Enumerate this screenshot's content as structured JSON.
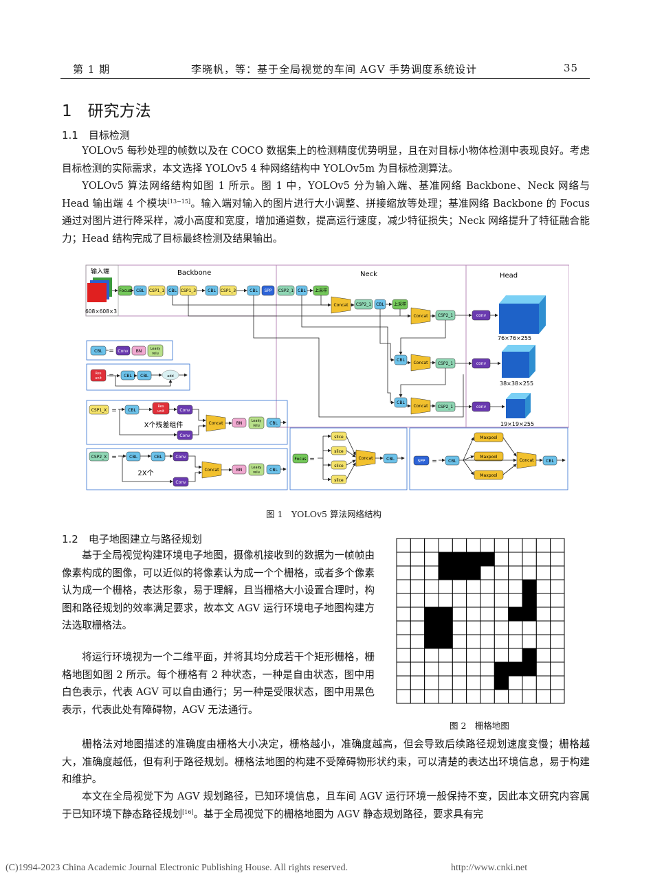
{
  "header": {
    "issue": "第 1 期",
    "running_title": "李晓帆，等：基于全局视觉的车间 AGV 手势调度系统设计",
    "page_number": "35"
  },
  "section1": {
    "title": "1　研究方法"
  },
  "section1_1": {
    "title": "1.1　目标检测",
    "p1": "YOLOv5 每秒处理的帧数以及在 COCO 数据集上的检测精度优势明显，且在对目标小物体检测中表现良好。考虑目标检测的实际需求，本文选择 YOLOv5 4 种网络结构中 YOLOv5m 为目标检测算法。",
    "p2a": "YOLOv5 算法网络结构如图 1 所示。图 1 中，YOLOv5 分为输入端、基准网络 Backbone、Neck 网络与 Head 输出端 4 个模块",
    "p2cite": "[13−15]",
    "p2b": "。输入端对输入的图片进行大小调整、拼接缩放等处理；基准网络 Backbone 的 Focus 通过对图片进行降采样，减小高度和宽度，增加通道数，提高运行速度，减少特征损失；Neck 网络提升了特征融合能力；Head 结构完成了目标最终检测及结果输出。"
  },
  "figure1": {
    "caption": "图 1　YOLOv5 算法网络结构",
    "labels": {
      "input": "输入端",
      "input_size": "608×608×3",
      "backbone": "Backbone",
      "neck": "Neck",
      "head": "Head",
      "focus": "Focus",
      "cbl": "CBL",
      "csp1_1": "CSP1_1",
      "csp1_3": "CSP1_3",
      "spp": "SPP",
      "csp2_1": "CSP2_1",
      "upsample": "上采样",
      "concat": "Concat",
      "conv": "conv",
      "out1": "76×76×255",
      "out2": "38×38×255",
      "out3": "19×19×255",
      "conv_block": "Conv",
      "bn": "BN",
      "leaky": "Leaky",
      "relu": "relu",
      "res": "Res",
      "unit": "unit",
      "add": "add",
      "csp1_x": "CSP1_X",
      "csp2_x": "CSP2_X",
      "x_res": "X个残差组件",
      "two_x": "2X个",
      "slice": "slice",
      "maxpool": "Maxpool",
      "eq": "="
    }
  },
  "section1_2": {
    "title": "1.2　电子地图建立与路径规划",
    "p1": "基于全局视觉构建环境电子地图，摄像机接收到的数据为一帧帧由像素构成的图像，可以近似的将像素认为成一个个栅格，或者多个像素认为成一个栅格，表达形象，易于理解，且当栅格大小设置合理时，构图和路径规划的效率满足要求，故本文 AGV 运行环境电子地图构建方法选取栅格法。",
    "p2": "将运行环境视为一个二维平面，并将其均分成若干个矩形栅格，栅格地图如图 2 所示。每个栅格有 2 种状态，一种是自由状态，图中用白色表示，代表 AGV 可以自由通行；另一种是受限状态，图中用黑色表示，代表此处有障碍物，AGV 无法通行。",
    "p3": "栅格法对地图描述的准确度由栅格大小决定，栅格越小，准确度越高，但会导致后续路径规划速度变慢；栅格越大，准确度越低，但有利于路径规划。栅格法地图的构建不受障碍物形状约束，可以清楚的表达出环境信息，易于构建和维护。",
    "p4a": "本文在全局视觉下为 AGV 规划路径，已知环境信息，且车间 AGV 运行环境一般保持不变，因此本文研究内容属于已知环境下静态路径规划",
    "p4cite": "[16]",
    "p4b": "。基于全局视觉下的栅格地图为 AGV 静态规划路径，要求具有完"
  },
  "figure2": {
    "caption": "图 2　栅格地图",
    "rows": 12,
    "cols": 12,
    "obstacles": [
      [
        1,
        3
      ],
      [
        1,
        4
      ],
      [
        1,
        5
      ],
      [
        1,
        6
      ],
      [
        2,
        3
      ],
      [
        2,
        4
      ],
      [
        2,
        5
      ],
      [
        3,
        9
      ],
      [
        4,
        9
      ],
      [
        5,
        8
      ],
      [
        5,
        9
      ],
      [
        5,
        2
      ],
      [
        5,
        3
      ],
      [
        6,
        2
      ],
      [
        6,
        3
      ],
      [
        7,
        2
      ],
      [
        7,
        3
      ],
      [
        8,
        9
      ],
      [
        9,
        7
      ],
      [
        9,
        8
      ],
      [
        9,
        9
      ],
      [
        10,
        7
      ]
    ]
  },
  "footer": {
    "copyright": "(C)1994-2023 China Academic Journal Electronic Publishing House. All rights reserved.",
    "url": "http://www.cnki.net"
  }
}
